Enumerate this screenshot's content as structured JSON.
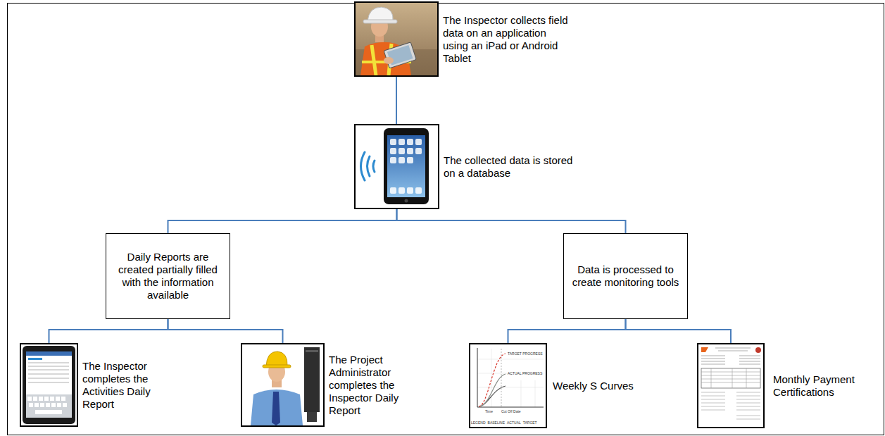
{
  "diagram": {
    "nodes": [
      {
        "text": [
          "The Inspector collects field data on an application using an iPad or Android Tablet"
        ]
      },
      {
        "text": [
          "The collected data is stored on a database"
        ]
      },
      {
        "text": [
          "Daily Reports are created partially filled with the information available"
        ]
      },
      {
        "text": [
          "Data is processed to create monitoring tools"
        ]
      },
      {
        "text": [
          "The Inspector completes the Activities Daily Report"
        ]
      },
      {
        "text": [
          "The Project Administrator completes the Inspector Daily Report"
        ]
      },
      {
        "text": [
          "Weekly S Curves"
        ]
      },
      {
        "text": [
          "Monthly Payment Certifications"
        ]
      }
    ],
    "edges": [
      {
        "from": 0,
        "to": 1,
        "arrow": "none"
      },
      {
        "from": 1,
        "to": 2,
        "arrow": "none"
      },
      {
        "from": 1,
        "to": 3,
        "arrow": "none"
      },
      {
        "from": 2,
        "to": 4,
        "arrow": "none"
      },
      {
        "from": 2,
        "to": 5,
        "arrow": "none"
      },
      {
        "from": 3,
        "to": 6,
        "arrow": "none"
      },
      {
        "from": 3,
        "to": 7,
        "arrow": "none"
      }
    ],
    "labels": [
      "TARGET PROGRESS",
      "ACTUAL PROGRESS",
      "Time",
      "Cut Off Date",
      "LEGEND",
      "BASELINE",
      "ACTUAL",
      "TARGET"
    ]
  }
}
